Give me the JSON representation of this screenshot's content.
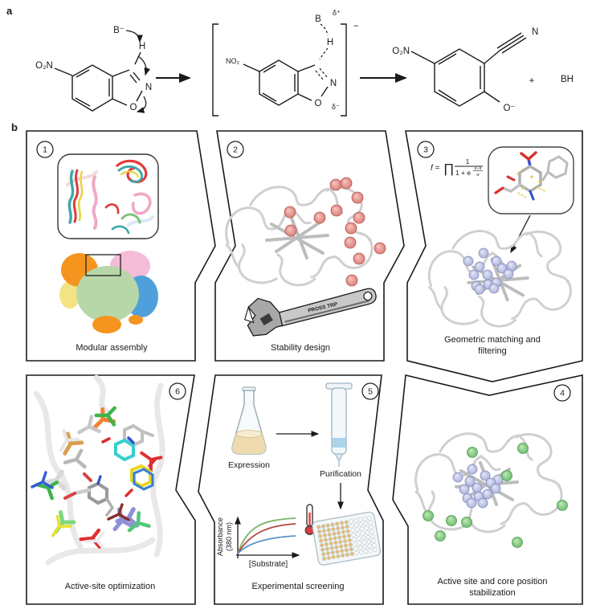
{
  "figure": {
    "panel_a_label": "a",
    "panel_b_label": "b"
  },
  "reaction": {
    "s1": {
      "b": "B⁻",
      "h": "H",
      "o2n": "O₂N",
      "n": "N",
      "o": "O"
    },
    "ts": {
      "b": "B",
      "dplus": "δ⁺",
      "h": "H",
      "no2": "NO₂",
      "n": "N",
      "o": "O",
      "dminus": "δ⁻",
      "charge": "−"
    },
    "prod": {
      "o2n": "O₂N",
      "n": "N",
      "ominus": "O⁻",
      "plus": "+",
      "bh": "BH"
    }
  },
  "workflow": {
    "steps": [
      {
        "num": "1",
        "caption": "Modular assembly"
      },
      {
        "num": "2",
        "caption": "Stability design",
        "wrench_text": "PROSS TRP"
      },
      {
        "num": "3",
        "caption1": "Geometric matching and",
        "caption2": "filtering",
        "formula": {
          "lhs": "f =",
          "prod": "∏",
          "num": "1",
          "den": "1 + e",
          "exp_num": "x−x̄",
          "exp_den": "σ"
        }
      },
      {
        "num": "4",
        "caption1": "Active site and core position",
        "caption2": "stabilization"
      },
      {
        "num": "5",
        "caption": "Experimental screening",
        "expression": "Expression",
        "purification": "Purification",
        "yaxis1": "Absorbance",
        "yaxis2": "(380 nm)",
        "xaxis": "[Substrate]"
      },
      {
        "num": "6",
        "caption": "Active-site optimization"
      }
    ]
  },
  "palette": {
    "stability_spheres": "#e08a86",
    "active_site_spheres": "#bcc0e4",
    "core_spheres": "#86cb86"
  }
}
